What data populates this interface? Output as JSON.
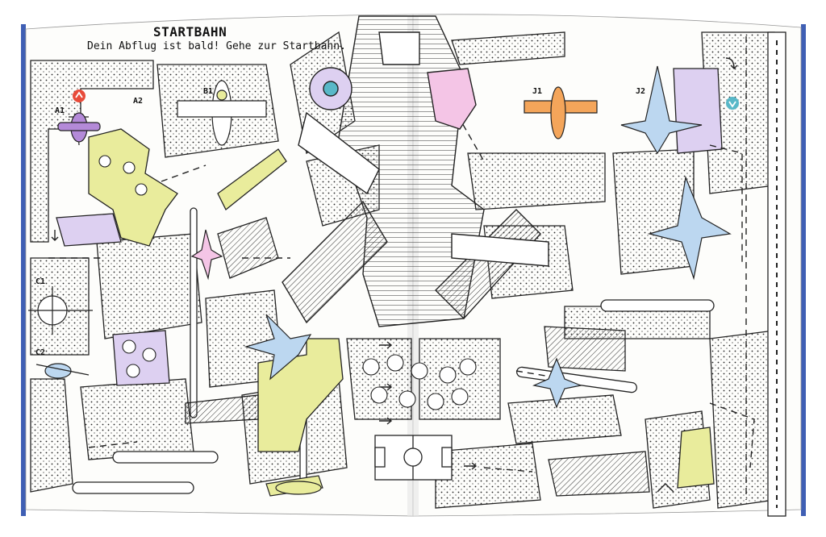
{
  "page": {
    "heading": "STARTBAHN",
    "instruction": "Dein Abflug ist bald! Gehe zur Startbahn."
  },
  "labels": {
    "a1": "A1",
    "a2": "A2",
    "b1": "B1",
    "c1": "C1",
    "c2": "C2",
    "j1": "J1",
    "j2": "J2"
  },
  "colors": {
    "yellow": "#e9ec9c",
    "pink": "#f4c5e6",
    "lavender": "#ddd0f1",
    "blue": "#bcd7f0",
    "purple": "#b48ad8",
    "orange": "#f4a55a",
    "red": "#e84b3a",
    "teal": "#58b8c8",
    "cover_blue": "#3f5fb4"
  }
}
